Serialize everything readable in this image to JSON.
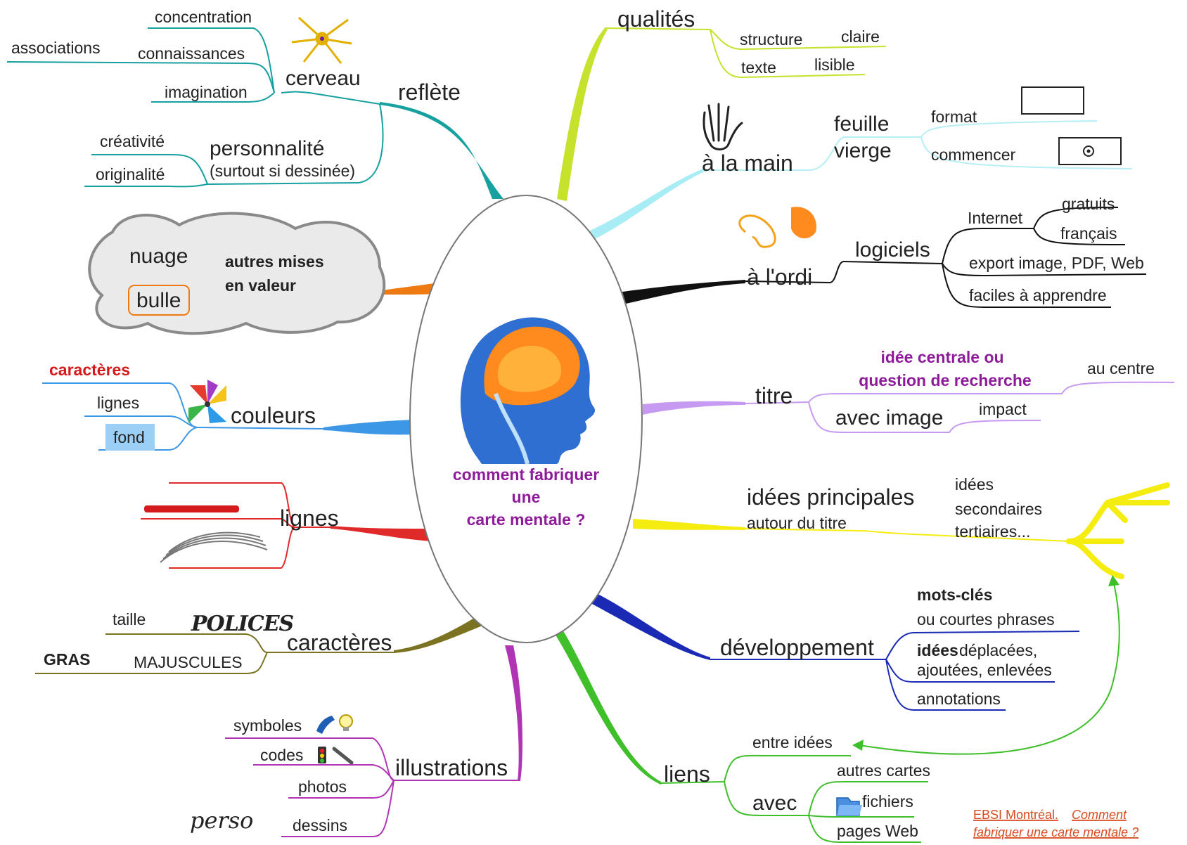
{
  "center": {
    "lines": [
      "comment fabriquer",
      "une",
      "carte mentale ?"
    ]
  },
  "reflete": {
    "title": "reflète",
    "cerveau": "cerveau",
    "concentration": "concentration",
    "associations": "associations",
    "connaissances": "connaissances",
    "imagination": "imagination",
    "personnalite": "personnalité",
    "personnalite_note": "(surtout si dessinée)",
    "creativite": "créativité",
    "originalite": "originalité"
  },
  "mises": {
    "line1": "autres mises",
    "line2": "en valeur",
    "nuage": "nuage",
    "bulle": "bulle"
  },
  "couleurs": {
    "title": "couleurs",
    "caracteres": "caractères",
    "lignes": "lignes",
    "fond": "fond"
  },
  "lignes": {
    "title": "lignes"
  },
  "caracteres": {
    "title": "caractères",
    "taille": "taille",
    "polices": "POLICES",
    "gras": "GRAS",
    "majuscules": "MAJUSCULES"
  },
  "illustrations": {
    "title": "illustrations",
    "symboles": "symboles",
    "codes": "codes",
    "photos": "photos",
    "dessins": "dessins",
    "perso": "perso"
  },
  "qualites": {
    "title": "qualités",
    "structure": "structure",
    "claire": "claire",
    "texte": "texte",
    "lisible": "lisible"
  },
  "main": {
    "title": "à la main",
    "feuille": "feuille",
    "vierge": "vierge",
    "format": "format",
    "commencer": "commencer"
  },
  "ordi": {
    "title": "à l'ordi",
    "logiciels": "logiciels",
    "internet": "Internet",
    "gratuits": "gratuits",
    "francais": "français",
    "export": "export image, PDF, Web",
    "faciles": "faciles à apprendre"
  },
  "titre": {
    "title": "titre",
    "idee_line1": "idée centrale ou",
    "idee_line2": "question de recherche",
    "au_centre": "au centre",
    "avec_image": "avec image",
    "impact": "impact"
  },
  "principales": {
    "title": "idées principales",
    "sub": "autour du titre",
    "idees": "idées",
    "secondaires": "secondaires",
    "tertiaires": "tertiaires..."
  },
  "developpement": {
    "title": "développement",
    "mots_cles": "mots-clés",
    "courtes": "ou courtes phrases",
    "idees_bold": "idées",
    "deplacees": "déplacées,",
    "ajoutees": "ajoutées, enlevées",
    "annotations": "annotations"
  },
  "liens": {
    "title": "liens",
    "entre": "entre idées",
    "avec": "avec",
    "autres": "autres cartes",
    "fichiers": "fichiers",
    "pages": "pages Web"
  },
  "credit": {
    "author": "EBSI Montréal.",
    "title1": "Comment",
    "title2": "fabriquer une carte mentale ?"
  },
  "colors": {
    "reflete": "#16a0a0",
    "qualites": "#c6e22c",
    "main": "#a8ecf5",
    "ordi": "#111111",
    "titre": "#c59af0",
    "principales": "#f5ec10",
    "developpement": "#1a2ab5",
    "liens": "#3fbf2a",
    "illustrations": "#b035b5",
    "caracteres": "#7c7322",
    "lignes": "#e02a2a",
    "couleurs": "#3c97e6",
    "mises": "#f07a12",
    "center_text": "#8e1c9a",
    "credit": "#d84b20"
  }
}
